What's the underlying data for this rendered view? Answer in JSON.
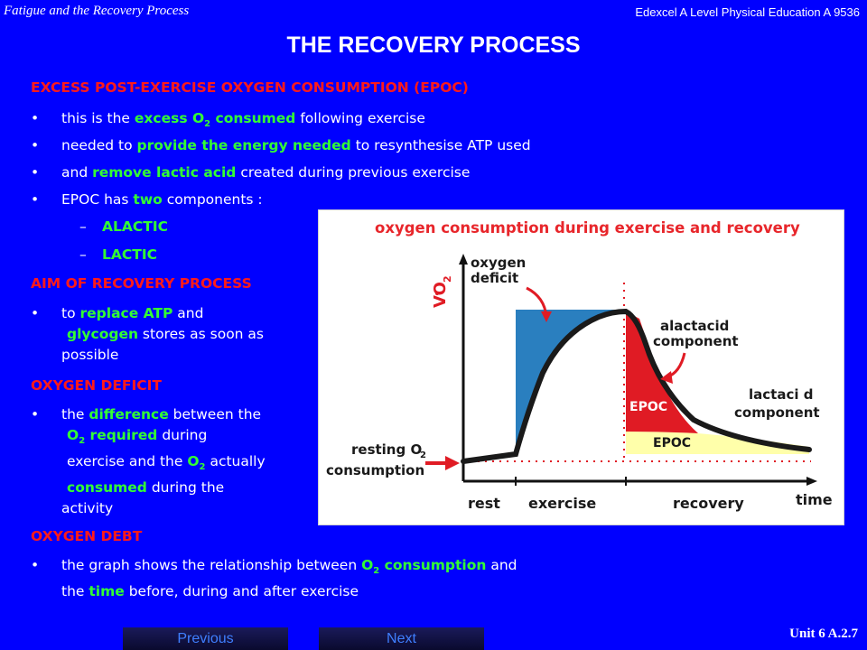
{
  "header": {
    "left": "Fatigue and the Recovery Process",
    "right": "Edexcel A Level Physical Education A 9536"
  },
  "title": "THE RECOVERY PROCESS",
  "epoc": {
    "heading": "EXCESS POST-EXERCISE OXYGEN CONSUMPTION (EPOC)",
    "bullet1": {
      "pre": "this is the ",
      "hl": "excess O",
      "sub": "2",
      "hl2": " consumed",
      "post": " following exercise"
    },
    "bullet2": {
      "pre": "needed to ",
      "hl": "provide the energy needed",
      "post": " to resynthesise ATP used"
    },
    "bullet3": {
      "pre": "and ",
      "hl": "remove lactic acid",
      "post": " created during previous exercise"
    },
    "bullet4": {
      "pre": "EPOC has ",
      "hl": "two",
      "post": " components :"
    },
    "components": [
      "ALACTIC",
      "LACTIC"
    ]
  },
  "aim": {
    "heading": "AIM OF RECOVERY PROCESS",
    "line1_pre": "to ",
    "line1_hl": "replace ATP",
    "line1_post": " and",
    "line2_hl": "glycogen",
    "line2_post": " stores as soon as",
    "line3": "possible"
  },
  "deficit": {
    "heading": "OXYGEN DEFICIT",
    "l1_pre": "the ",
    "l1_hl": "difference",
    "l1_post": " between the",
    "l2_hl": "O",
    "l2_sub": "2",
    "l2_hl2": " required",
    "l2_post": " during",
    "l3_pre": "exercise and the ",
    "l3_hl": "O",
    "l3_sub": "2",
    "l3_post": " actually",
    "l4_hl": "consumed",
    "l4_post": " during the",
    "l5": "activity"
  },
  "debt": {
    "heading": "OXYGEN DEBT",
    "l1_pre": "the graph shows the relationship between ",
    "l1_hl": "O",
    "l1_sub": "2",
    "l1_hl2": " consumption",
    "l1_post": " and",
    "l2_pre": "the ",
    "l2_hl": "time",
    "l2_post": " before, during and after exercise"
  },
  "diagram": {
    "title": "oxygen consumption during exercise and recovery",
    "y_axis": "VO",
    "y_axis_sub": "2",
    "label_deficit_1": "oxygen",
    "label_deficit_2": "deficit",
    "label_alactacid_1": "alactacid",
    "label_alactacid_2": "component",
    "label_lactacid_1": "lactaci d",
    "label_lactacid_2": "component",
    "label_resting_1": "resting O",
    "label_resting_sub": "2",
    "label_resting_2": "consumption",
    "epoc_label_1": "EPOC",
    "epoc_label_2": "EPOC",
    "x_rest": "rest",
    "x_exercise": "exercise",
    "x_recovery": "recovery",
    "x_time": "time",
    "colors": {
      "title": "#e8262b",
      "deficit": "#2a7fbf",
      "alactacid": "#e01b24",
      "lactacid": "#ffffaa",
      "curve": "#1a1a1a",
      "arrow": "#e01b24"
    }
  },
  "nav": {
    "previous": "Previous",
    "next": "Next"
  },
  "unit": "Unit 6 A.2.7"
}
